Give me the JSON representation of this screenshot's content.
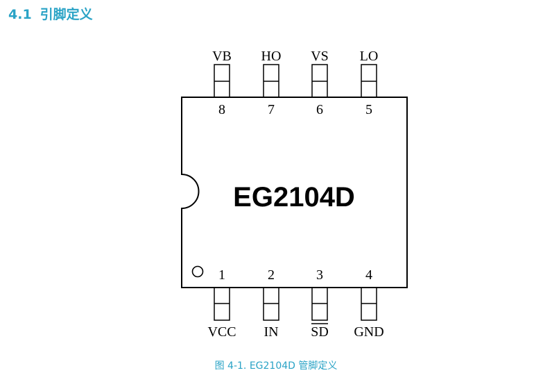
{
  "section": {
    "number": "4.1",
    "title": "引脚定义"
  },
  "chip": {
    "name": "EG2104D"
  },
  "top_pins": [
    {
      "label": "VB",
      "number": "8"
    },
    {
      "label": "HO",
      "number": "7"
    },
    {
      "label": "VS",
      "number": "6"
    },
    {
      "label": "LO",
      "number": "5"
    }
  ],
  "bottom_pins": [
    {
      "label": "VCC",
      "number": "1"
    },
    {
      "label": "IN",
      "number": "2"
    },
    {
      "label": "SD",
      "number": "3",
      "overline": true
    },
    {
      "label": "GND",
      "number": "4"
    }
  ],
  "caption": "图 4-1. EG2104D 管脚定义",
  "colors": {
    "accent": "#2aa3c6",
    "line": "#000000"
  }
}
